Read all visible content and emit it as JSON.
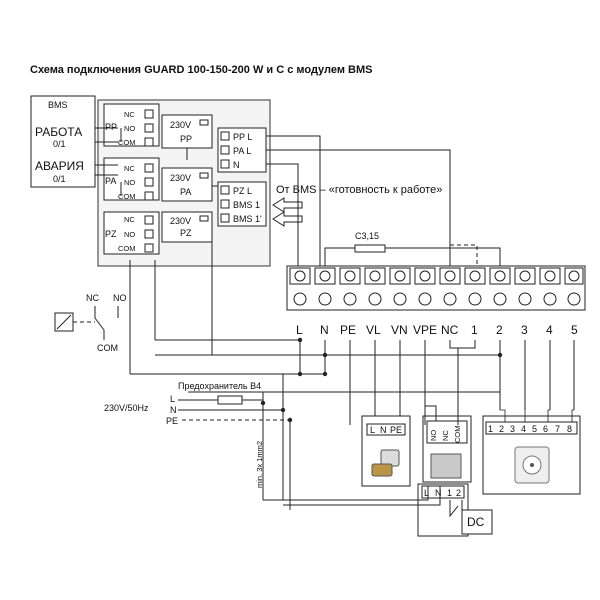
{
  "title": "Схема подключения GUARD 100-150-200 W и С с модулем BMS",
  "bms_module": {
    "header": "BMS",
    "work_label": "РАБОТА",
    "work_state": "0/1",
    "alarm_label": "АВАРИЯ",
    "alarm_state": "0/1",
    "relay_rows": [
      "PP",
      "PA",
      "PZ"
    ],
    "contact_labels": [
      "NC",
      "NO",
      "COM"
    ],
    "relays": [
      {
        "voltage": "230V",
        "name": "PP"
      },
      {
        "voltage": "230V",
        "name": "PA"
      },
      {
        "voltage": "230V",
        "name": "PZ"
      }
    ],
    "pp_terminals": [
      "PP L",
      "PA L",
      "N"
    ],
    "pz_terminals": [
      "PZ L",
      "BMS 1",
      "BMS 1'"
    ]
  },
  "bms_ready_note": "От BMS – «готовность к работе»",
  "capacitor_label": "C3,15",
  "terminal_labels": [
    "L",
    "N",
    "PE",
    "VL",
    "VN",
    "VPE",
    "NC",
    "1",
    "2",
    "3",
    "4",
    "5"
  ],
  "fuse_label": "Предохранитель B4",
  "supply_label": "230V/50Hz",
  "supply_lines": [
    "L",
    "N",
    "PE"
  ],
  "cable_note": "min. 3x 1mm2",
  "relay_symbol_labels": [
    "NC",
    "NO",
    "COM"
  ],
  "valve_terminals": [
    "L",
    "N",
    "PE"
  ],
  "thermostat_terminals": [
    "NO",
    "NC",
    "COM"
  ],
  "controller_terminals": [
    "1",
    "2",
    "3",
    "4",
    "5",
    "6",
    "7",
    "8"
  ],
  "pump_terminals": [
    "L",
    "N",
    "1",
    "2"
  ],
  "dc_label": "DC"
}
